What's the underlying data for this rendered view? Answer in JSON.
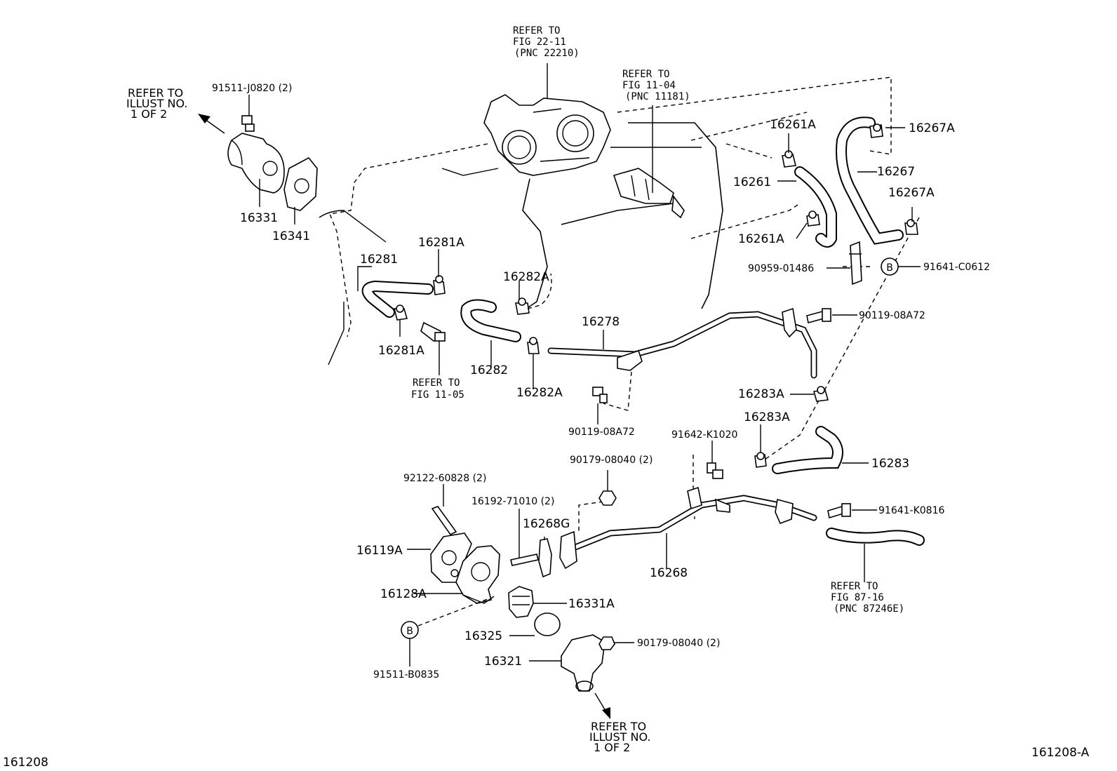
{
  "diagram_id_left": "161208",
  "diagram_id_right": "161208-A",
  "parts": {
    "p91511_J0820": "91511-J0820 (2)",
    "p16331": "16331",
    "p16341": "16341",
    "p16281": "16281",
    "p16281A_top": "16281A",
    "p16281A_bot": "16281A",
    "p16282A_top": "16282A",
    "p16282": "16282",
    "p16282A_bot": "16282A",
    "p16278": "16278",
    "p90119_08A72_mid": "90119-08A72",
    "p16261A_top": "16261A",
    "p16261": "16261",
    "p16261A_bot": "16261A",
    "p16267A_top": "16267A",
    "p16267": "16267",
    "p16267A_bot": "16267A",
    "p90959_01486": "90959-01486",
    "p91641_C0612": "91641-C0612",
    "p90119_08A72_right": "90119-08A72",
    "p16283A_top": "16283A",
    "p16283A_bot": "16283A",
    "p91642_K1020": "91642-K1020",
    "p16283": "16283",
    "p90179_08040_top": "90179-08040 (2)",
    "p92122_60828": "92122-60828 (2)",
    "p16192_71010": "16192-71010 (2)",
    "p16268G": "16268G",
    "p91641_K0816": "91641-K0816",
    "p16119A": "16119A",
    "p16268": "16268",
    "p16128A": "16128A",
    "p16331A": "16331A",
    "p16325": "16325",
    "p90179_08040_bot": "90179-08040 (2)",
    "p16321": "16321",
    "p91511_B0835": "91511-B0835"
  },
  "callout_b": "B",
  "refs": {
    "top_center": [
      "REFER TO",
      "FIG 22-11",
      "(PNC 22210)"
    ],
    "top_mid": [
      "REFER TO",
      "FIG 11-04",
      "(PNC 11181)"
    ],
    "top_left": [
      "REFER TO",
      "ILLUST NO.",
      "1 OF 2"
    ],
    "mid_left": [
      "REFER TO",
      "FIG 11-05"
    ],
    "bottom_right": [
      "REFER TO",
      "FIG 87-16",
      "(PNC 87246E)"
    ],
    "bottom_center": [
      "REFER TO",
      "ILLUST NO.",
      "1 OF 2"
    ]
  }
}
